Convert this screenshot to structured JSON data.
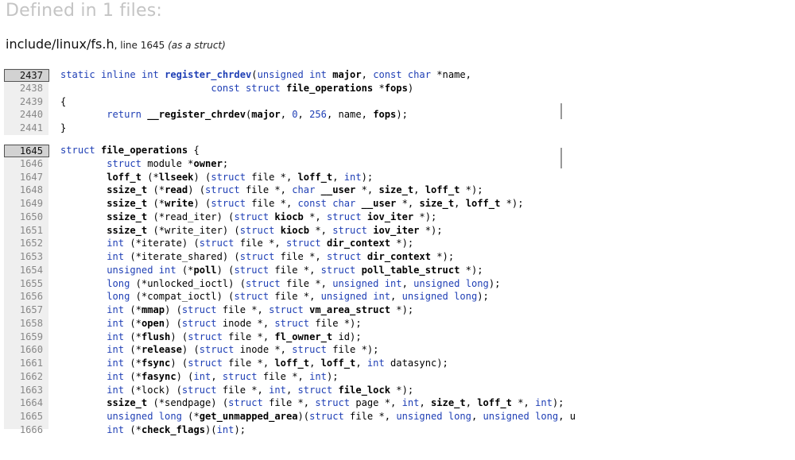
{
  "heading": "Defined in 1 files:",
  "file": {
    "path": "include/linux/fs.h",
    "separator": ",",
    "line_label": " line 1645 ",
    "role": "(as a struct)"
  },
  "block1": {
    "lines": [
      {
        "num": "2437",
        "highlight": true,
        "tokens": [
          [
            "k",
            "static"
          ],
          [
            "t",
            " "
          ],
          [
            "k",
            "inline"
          ],
          [
            "t",
            " "
          ],
          [
            "k",
            "int"
          ],
          [
            "t",
            " "
          ],
          [
            "u",
            "register_chrdev"
          ],
          [
            "t",
            "("
          ],
          [
            "k",
            "unsigned"
          ],
          [
            "t",
            " "
          ],
          [
            "k",
            "int"
          ],
          [
            "t",
            " "
          ],
          [
            "b",
            "major"
          ],
          [
            "t",
            ", "
          ],
          [
            "k",
            "const"
          ],
          [
            "t",
            " "
          ],
          [
            "k",
            "char"
          ],
          [
            "t",
            " *name,"
          ]
        ]
      },
      {
        "num": "2438",
        "tokens": [
          [
            "t",
            "                          "
          ],
          [
            "k",
            "const"
          ],
          [
            "t",
            " "
          ],
          [
            "k",
            "struct"
          ],
          [
            "t",
            " "
          ],
          [
            "b",
            "file_operations"
          ],
          [
            "t",
            " *"
          ],
          [
            "b",
            "fops"
          ],
          [
            "t",
            ")"
          ]
        ]
      },
      {
        "num": "2439",
        "tokens": [
          [
            "t",
            "{"
          ]
        ]
      },
      {
        "num": "2440",
        "tokens": [
          [
            "t",
            "        "
          ],
          [
            "k",
            "return"
          ],
          [
            "t",
            " "
          ],
          [
            "b",
            "__register_chrdev"
          ],
          [
            "t",
            "("
          ],
          [
            "b",
            "major"
          ],
          [
            "t",
            ", "
          ],
          [
            "n",
            "0"
          ],
          [
            "t",
            ", "
          ],
          [
            "n",
            "256"
          ],
          [
            "t",
            ", name, "
          ],
          [
            "b",
            "fops"
          ],
          [
            "t",
            ");"
          ]
        ]
      },
      {
        "num": "2441",
        "tokens": [
          [
            "t",
            "}"
          ]
        ]
      }
    ]
  },
  "block2": {
    "lines": [
      {
        "num": "1645",
        "highlight": true,
        "tokens": [
          [
            "k",
            "struct"
          ],
          [
            "t",
            " "
          ],
          [
            "b",
            "file_operations"
          ],
          [
            "t",
            " {"
          ]
        ]
      },
      {
        "num": "1646",
        "tokens": [
          [
            "t",
            "        "
          ],
          [
            "k",
            "struct"
          ],
          [
            "t",
            " module *"
          ],
          [
            "b",
            "owner"
          ],
          [
            "t",
            ";"
          ]
        ]
      },
      {
        "num": "1647",
        "tokens": [
          [
            "t",
            "        "
          ],
          [
            "b",
            "loff_t"
          ],
          [
            "t",
            " (*"
          ],
          [
            "b",
            "llseek"
          ],
          [
            "t",
            ") ("
          ],
          [
            "k",
            "struct"
          ],
          [
            "t",
            " file *, "
          ],
          [
            "b",
            "loff_t"
          ],
          [
            "t",
            ", "
          ],
          [
            "k",
            "int"
          ],
          [
            "t",
            ");"
          ]
        ]
      },
      {
        "num": "1648",
        "tokens": [
          [
            "t",
            "        "
          ],
          [
            "b",
            "ssize_t"
          ],
          [
            "t",
            " (*"
          ],
          [
            "b",
            "read"
          ],
          [
            "t",
            ") ("
          ],
          [
            "k",
            "struct"
          ],
          [
            "t",
            " file *, "
          ],
          [
            "k",
            "char"
          ],
          [
            "t",
            " "
          ],
          [
            "b",
            "__user"
          ],
          [
            "t",
            " *, "
          ],
          [
            "b",
            "size_t"
          ],
          [
            "t",
            ", "
          ],
          [
            "b",
            "loff_t"
          ],
          [
            "t",
            " *);"
          ]
        ]
      },
      {
        "num": "1649",
        "tokens": [
          [
            "t",
            "        "
          ],
          [
            "b",
            "ssize_t"
          ],
          [
            "t",
            " (*"
          ],
          [
            "b",
            "write"
          ],
          [
            "t",
            ") ("
          ],
          [
            "k",
            "struct"
          ],
          [
            "t",
            " file *, "
          ],
          [
            "k",
            "const"
          ],
          [
            "t",
            " "
          ],
          [
            "k",
            "char"
          ],
          [
            "t",
            " "
          ],
          [
            "b",
            "__user"
          ],
          [
            "t",
            " *, "
          ],
          [
            "b",
            "size_t"
          ],
          [
            "t",
            ", "
          ],
          [
            "b",
            "loff_t"
          ],
          [
            "t",
            " *);"
          ]
        ]
      },
      {
        "num": "1650",
        "tokens": [
          [
            "t",
            "        "
          ],
          [
            "b",
            "ssize_t"
          ],
          [
            "t",
            " (*read_iter) ("
          ],
          [
            "k",
            "struct"
          ],
          [
            "t",
            " "
          ],
          [
            "b",
            "kiocb"
          ],
          [
            "t",
            " *, "
          ],
          [
            "k",
            "struct"
          ],
          [
            "t",
            " "
          ],
          [
            "b",
            "iov_iter"
          ],
          [
            "t",
            " *);"
          ]
        ]
      },
      {
        "num": "1651",
        "tokens": [
          [
            "t",
            "        "
          ],
          [
            "b",
            "ssize_t"
          ],
          [
            "t",
            " (*write_iter) ("
          ],
          [
            "k",
            "struct"
          ],
          [
            "t",
            " "
          ],
          [
            "b",
            "kiocb"
          ],
          [
            "t",
            " *, "
          ],
          [
            "k",
            "struct"
          ],
          [
            "t",
            " "
          ],
          [
            "b",
            "iov_iter"
          ],
          [
            "t",
            " *);"
          ]
        ]
      },
      {
        "num": "1652",
        "tokens": [
          [
            "t",
            "        "
          ],
          [
            "k",
            "int"
          ],
          [
            "t",
            " (*iterate) ("
          ],
          [
            "k",
            "struct"
          ],
          [
            "t",
            " file *, "
          ],
          [
            "k",
            "struct"
          ],
          [
            "t",
            " "
          ],
          [
            "b",
            "dir_context"
          ],
          [
            "t",
            " *);"
          ]
        ]
      },
      {
        "num": "1653",
        "tokens": [
          [
            "t",
            "        "
          ],
          [
            "k",
            "int"
          ],
          [
            "t",
            " (*iterate_shared) ("
          ],
          [
            "k",
            "struct"
          ],
          [
            "t",
            " file *, "
          ],
          [
            "k",
            "struct"
          ],
          [
            "t",
            " "
          ],
          [
            "b",
            "dir_context"
          ],
          [
            "t",
            " *);"
          ]
        ]
      },
      {
        "num": "1654",
        "tokens": [
          [
            "t",
            "        "
          ],
          [
            "k",
            "unsigned"
          ],
          [
            "t",
            " "
          ],
          [
            "k",
            "int"
          ],
          [
            "t",
            " (*"
          ],
          [
            "b",
            "poll"
          ],
          [
            "t",
            ") ("
          ],
          [
            "k",
            "struct"
          ],
          [
            "t",
            " file *, "
          ],
          [
            "k",
            "struct"
          ],
          [
            "t",
            " "
          ],
          [
            "b",
            "poll_table_struct"
          ],
          [
            "t",
            " *);"
          ]
        ]
      },
      {
        "num": "1655",
        "tokens": [
          [
            "t",
            "        "
          ],
          [
            "k",
            "long"
          ],
          [
            "t",
            " (*unlocked_ioctl) ("
          ],
          [
            "k",
            "struct"
          ],
          [
            "t",
            " file *, "
          ],
          [
            "k",
            "unsigned"
          ],
          [
            "t",
            " "
          ],
          [
            "k",
            "int"
          ],
          [
            "t",
            ", "
          ],
          [
            "k",
            "unsigned"
          ],
          [
            "t",
            " "
          ],
          [
            "k",
            "long"
          ],
          [
            "t",
            ");"
          ]
        ]
      },
      {
        "num": "1656",
        "tokens": [
          [
            "t",
            "        "
          ],
          [
            "k",
            "long"
          ],
          [
            "t",
            " (*compat_ioctl) ("
          ],
          [
            "k",
            "struct"
          ],
          [
            "t",
            " file *, "
          ],
          [
            "k",
            "unsigned"
          ],
          [
            "t",
            " "
          ],
          [
            "k",
            "int"
          ],
          [
            "t",
            ", "
          ],
          [
            "k",
            "unsigned"
          ],
          [
            "t",
            " "
          ],
          [
            "k",
            "long"
          ],
          [
            "t",
            ");"
          ]
        ]
      },
      {
        "num": "1657",
        "tokens": [
          [
            "t",
            "        "
          ],
          [
            "k",
            "int"
          ],
          [
            "t",
            " (*"
          ],
          [
            "b",
            "mmap"
          ],
          [
            "t",
            ") ("
          ],
          [
            "k",
            "struct"
          ],
          [
            "t",
            " file *, "
          ],
          [
            "k",
            "struct"
          ],
          [
            "t",
            " "
          ],
          [
            "b",
            "vm_area_struct"
          ],
          [
            "t",
            " *);"
          ]
        ]
      },
      {
        "num": "1658",
        "tokens": [
          [
            "t",
            "        "
          ],
          [
            "k",
            "int"
          ],
          [
            "t",
            " (*"
          ],
          [
            "b",
            "open"
          ],
          [
            "t",
            ") ("
          ],
          [
            "k",
            "struct"
          ],
          [
            "t",
            " inode *, "
          ],
          [
            "k",
            "struct"
          ],
          [
            "t",
            " file *);"
          ]
        ]
      },
      {
        "num": "1659",
        "tokens": [
          [
            "t",
            "        "
          ],
          [
            "k",
            "int"
          ],
          [
            "t",
            " (*"
          ],
          [
            "b",
            "flush"
          ],
          [
            "t",
            ") ("
          ],
          [
            "k",
            "struct"
          ],
          [
            "t",
            " file *, "
          ],
          [
            "b",
            "fl_owner_t"
          ],
          [
            "t",
            " id);"
          ]
        ]
      },
      {
        "num": "1660",
        "tokens": [
          [
            "t",
            "        "
          ],
          [
            "k",
            "int"
          ],
          [
            "t",
            " (*"
          ],
          [
            "b",
            "release"
          ],
          [
            "t",
            ") ("
          ],
          [
            "k",
            "struct"
          ],
          [
            "t",
            " inode *, "
          ],
          [
            "k",
            "struct"
          ],
          [
            "t",
            " file *);"
          ]
        ]
      },
      {
        "num": "1661",
        "tokens": [
          [
            "t",
            "        "
          ],
          [
            "k",
            "int"
          ],
          [
            "t",
            " (*"
          ],
          [
            "b",
            "fsync"
          ],
          [
            "t",
            ") ("
          ],
          [
            "k",
            "struct"
          ],
          [
            "t",
            " file *, "
          ],
          [
            "b",
            "loff_t"
          ],
          [
            "t",
            ", "
          ],
          [
            "b",
            "loff_t"
          ],
          [
            "t",
            ", "
          ],
          [
            "k",
            "int"
          ],
          [
            "t",
            " datasync);"
          ]
        ]
      },
      {
        "num": "1662",
        "tokens": [
          [
            "t",
            "        "
          ],
          [
            "k",
            "int"
          ],
          [
            "t",
            " (*"
          ],
          [
            "b",
            "fasync"
          ],
          [
            "t",
            ") ("
          ],
          [
            "k",
            "int"
          ],
          [
            "t",
            ", "
          ],
          [
            "k",
            "struct"
          ],
          [
            "t",
            " file *, "
          ],
          [
            "k",
            "int"
          ],
          [
            "t",
            ");"
          ]
        ]
      },
      {
        "num": "1663",
        "tokens": [
          [
            "t",
            "        "
          ],
          [
            "k",
            "int"
          ],
          [
            "t",
            " (*lock) ("
          ],
          [
            "k",
            "struct"
          ],
          [
            "t",
            " file *, "
          ],
          [
            "k",
            "int"
          ],
          [
            "t",
            ", "
          ],
          [
            "k",
            "struct"
          ],
          [
            "t",
            " "
          ],
          [
            "b",
            "file_lock"
          ],
          [
            "t",
            " *);"
          ]
        ]
      },
      {
        "num": "1664",
        "tokens": [
          [
            "t",
            "        "
          ],
          [
            "b",
            "ssize_t"
          ],
          [
            "t",
            " (*sendpage) ("
          ],
          [
            "k",
            "struct"
          ],
          [
            "t",
            " file *, "
          ],
          [
            "k",
            "struct"
          ],
          [
            "t",
            " page *, "
          ],
          [
            "k",
            "int"
          ],
          [
            "t",
            ", "
          ],
          [
            "b",
            "size_t"
          ],
          [
            "t",
            ", "
          ],
          [
            "b",
            "loff_t"
          ],
          [
            "t",
            " *, "
          ],
          [
            "k",
            "int"
          ],
          [
            "t",
            ");"
          ]
        ]
      },
      {
        "num": "1665",
        "tokens": [
          [
            "t",
            "        "
          ],
          [
            "k",
            "unsigned"
          ],
          [
            "t",
            " "
          ],
          [
            "k",
            "long"
          ],
          [
            "t",
            " (*"
          ],
          [
            "b",
            "get_unmapped_area"
          ],
          [
            "t",
            ")("
          ],
          [
            "k",
            "struct"
          ],
          [
            "t",
            " file *, "
          ],
          [
            "k",
            "unsigned"
          ],
          [
            "t",
            " "
          ],
          [
            "k",
            "long"
          ],
          [
            "t",
            ", "
          ],
          [
            "k",
            "unsigned"
          ],
          [
            "t",
            " "
          ],
          [
            "k",
            "long"
          ],
          [
            "t",
            ", u"
          ]
        ]
      },
      {
        "num": "1666",
        "tokens": [
          [
            "t",
            "        "
          ],
          [
            "k",
            "int"
          ],
          [
            "t",
            " (*"
          ],
          [
            "b",
            "check_flags"
          ],
          [
            "t",
            ")("
          ],
          [
            "k",
            "int"
          ],
          [
            "t",
            ");"
          ]
        ]
      }
    ]
  }
}
